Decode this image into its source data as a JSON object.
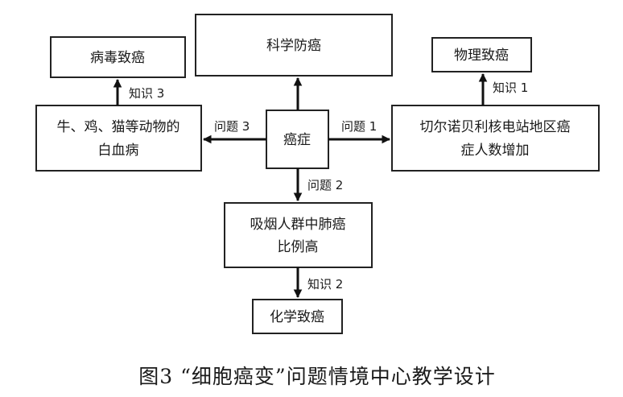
{
  "diagram": {
    "nodes": {
      "center": "癌症",
      "top": "科学防癌",
      "virus": "病毒致癌",
      "physical": "物理致癌",
      "chemical": "化学致癌",
      "left_line1": "牛、鸡、猫等动物的",
      "left_line2": "白血病",
      "right_line1": "切尔诺贝利核电站地区癌",
      "right_line2": "症人数增加",
      "bottom_line1": "吸烟人群中肺癌",
      "bottom_line2": "比例高"
    },
    "edges": {
      "question1": "问题 1",
      "question2": "问题 2",
      "question3": "问题 3",
      "knowledge1": "知识 1",
      "knowledge2": "知识 2",
      "knowledge3": "知识 3"
    }
  },
  "caption": "图3 “细胞癌变”问题情境中心教学设计"
}
